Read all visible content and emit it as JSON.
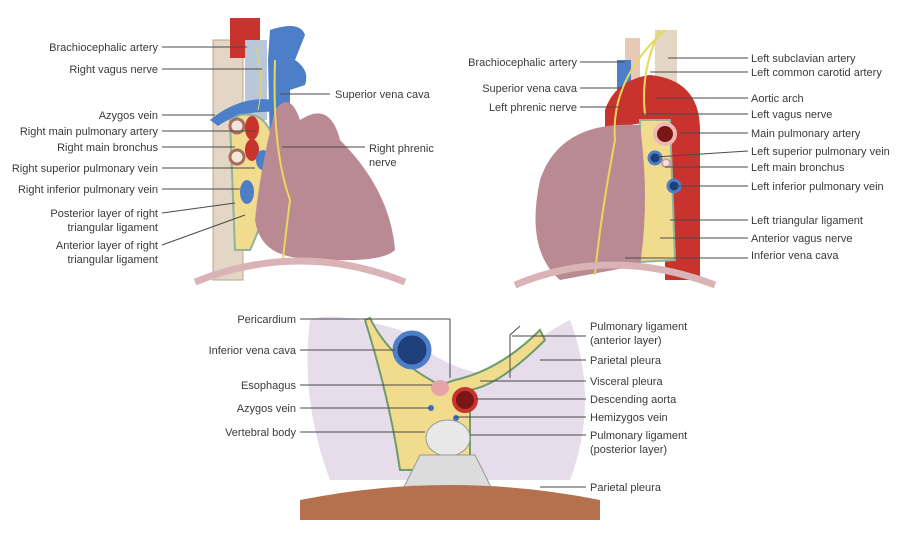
{
  "right_lateral_view": {
    "labels": {
      "brachiocephalic_artery": "Brachiocephalic artery",
      "right_vagus_nerve": "Right vagus nerve",
      "azygos_vein": "Azygos vein",
      "right_main_pulmonary_artery": "Right main pulmonary artery",
      "right_main_bronchus": "Right main bronchus",
      "right_superior_pulmonary_vein": "Right superior pulmonary vein",
      "right_inferior_pulmonary_vein": "Right inferior pulmonary vein",
      "posterior_layer_1": "Posterior layer of right",
      "posterior_layer_2": "triangular ligament",
      "anterior_layer_1": "Anterior layer of right",
      "anterior_layer_2": "triangular ligament",
      "superior_vena_cava": "Superior vena cava",
      "right_phrenic_1": "Right phrenic",
      "right_phrenic_2": "nerve"
    }
  },
  "left_lateral_view": {
    "labels": {
      "brachiocephalic_artery": "Brachiocephalic artery",
      "superior_vena_cava": "Superior vena cava",
      "left_phrenic_nerve": "Left phrenic nerve",
      "left_subclavian_artery": "Left subclavian artery",
      "left_common_carotid_artery": "Left common carotid artery",
      "aortic_arch": "Aortic arch",
      "left_vagus_nerve": "Left vagus nerve",
      "main_pulmonary_artery": "Main pulmonary artery",
      "left_superior_pulmonary_vein": "Left superior pulmonary vein",
      "left_main_bronchus": "Left main bronchus",
      "left_inferior_pulmonary_vein": "Left inferior pulmonary vein",
      "left_triangular_ligament": "Left triangular ligament",
      "anterior_vagus_nerve": "Anterior vagus nerve",
      "inferior_vena_cava": "Inferior vena cava"
    }
  },
  "cross_section_view": {
    "labels": {
      "pericardium": "Pericardium",
      "inferior_vena_cava": "Inferior vena cava",
      "esophagus": "Esophagus",
      "azygos_vein": "Azygos vein",
      "vertebral_body": "Vertebral body",
      "pulmonary_ligament_anterior_1": "Pulmonary ligament",
      "pulmonary_ligament_anterior_2": "(anterior layer)",
      "parietal_pleura_top": "Parietal pleura",
      "visceral_pleura": "Visceral pleura",
      "descending_aorta": "Descending aorta",
      "hemizygos_vein": "Hemizygos vein",
      "pulmonary_ligament_posterior_1": "Pulmonary ligament",
      "pulmonary_ligament_posterior_2": "(posterior layer)",
      "parietal_pleura_bottom": "Parietal pleura"
    }
  },
  "colors": {
    "heart": "#b98a94",
    "artery": "#c8332e",
    "vein": "#3f6fc0",
    "nerve": "#e8d85a",
    "fat": "#f1dc8e",
    "lung": "#e6dcea"
  }
}
